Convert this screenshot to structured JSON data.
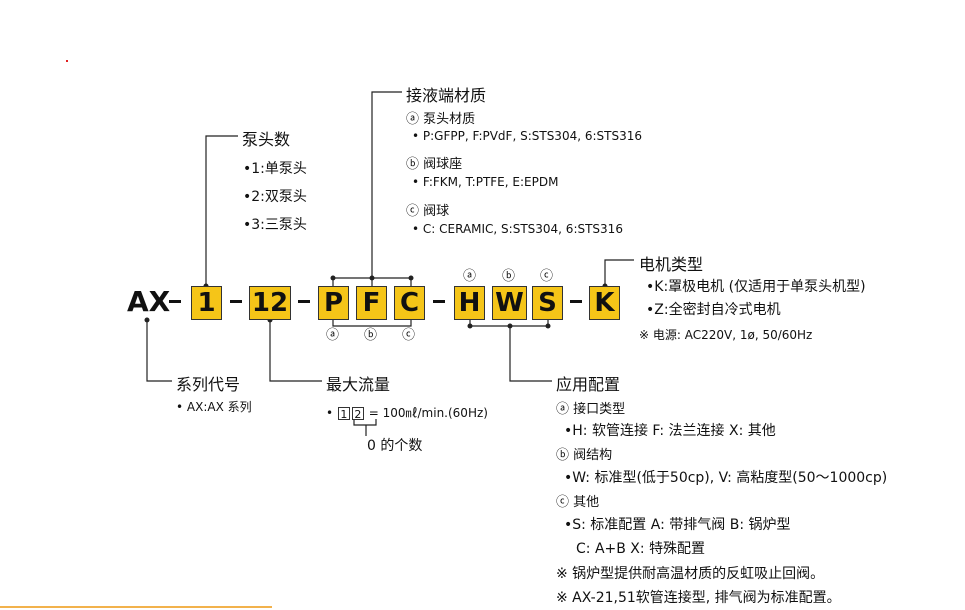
{
  "colors": {
    "accent": "#f5c518",
    "line": "#222222"
  },
  "model_code": {
    "prefix": "AX",
    "dash": "-",
    "heads": "1",
    "flow": "12",
    "mat1": "P",
    "mat2": "F",
    "mat3": "C",
    "cfg1": "H",
    "cfg2": "W",
    "cfg3": "S",
    "motor": "K",
    "mark_a": "ⓐ",
    "mark_b": "ⓑ",
    "mark_c": "ⓒ"
  },
  "pump_heads": {
    "title": "泵头数",
    "items": [
      "•1:单泵头",
      "•2:双泵头",
      "•3:三泵头"
    ]
  },
  "wetted_material": {
    "title": "接液端材质",
    "sections": [
      {
        "heading": "ⓐ 泵头材质",
        "detail": "• P:GFPP, F:PVdF, S:STS304, 6:STS316"
      },
      {
        "heading": "ⓑ 阀球座",
        "detail": "• F:FKM, T:PTFE, E:EPDM"
      },
      {
        "heading": "ⓒ 阀球",
        "detail": "• C: CERAMIC, S:STS304,  6:STS316"
      }
    ]
  },
  "motor_type": {
    "title": "电机类型",
    "items": [
      "•K:罩极电机 (仅适用于单泵头机型)",
      "•Z:全密封自冷式电机"
    ],
    "note": "※ 电源: AC220V, 1ø, 50/60Hz"
  },
  "series_code": {
    "title": "系列代号",
    "item": "• AX:AX 系列"
  },
  "max_flow": {
    "title": "最大流量",
    "bullet": "•",
    "digit1": "1",
    "digit2": "2",
    "formula": "= 100㎖/min.(60Hz)",
    "zero_note": "0 的个数"
  },
  "configuration": {
    "title": "应用配置",
    "a_heading": "ⓐ  接口类型",
    "a_detail": "•H: 软管连接   F: 法兰连接     X: 其他",
    "b_heading": "ⓑ  阀结构",
    "b_detail": "•W: 标准型(低于50cp), V: 高粘度型(50～1000cp)",
    "c_heading": "ⓒ  其他",
    "c_detail1": "•S: 标准配置   A: 带排气阀   B: 锅炉型",
    "c_detail2": "C: A+B   X: 特殊配置",
    "note1": "※  锅炉型提供耐高温材质的反虹吸止回阀。",
    "note2": "※  AX-21,51软管连接型, 排气阀为标准配置。"
  }
}
